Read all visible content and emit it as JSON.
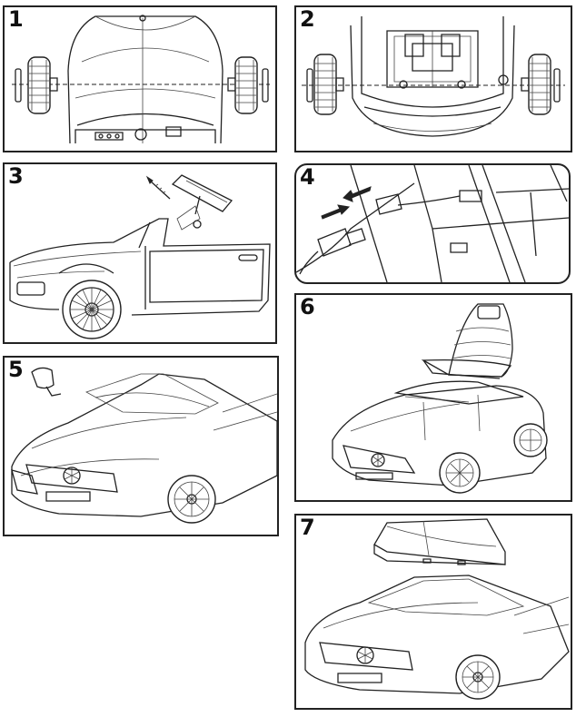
{
  "steps": [
    {
      "number": "1"
    },
    {
      "number": "2"
    },
    {
      "number": "3"
    },
    {
      "number": "4"
    },
    {
      "number": "5"
    },
    {
      "number": "6"
    },
    {
      "number": "7"
    }
  ]
}
